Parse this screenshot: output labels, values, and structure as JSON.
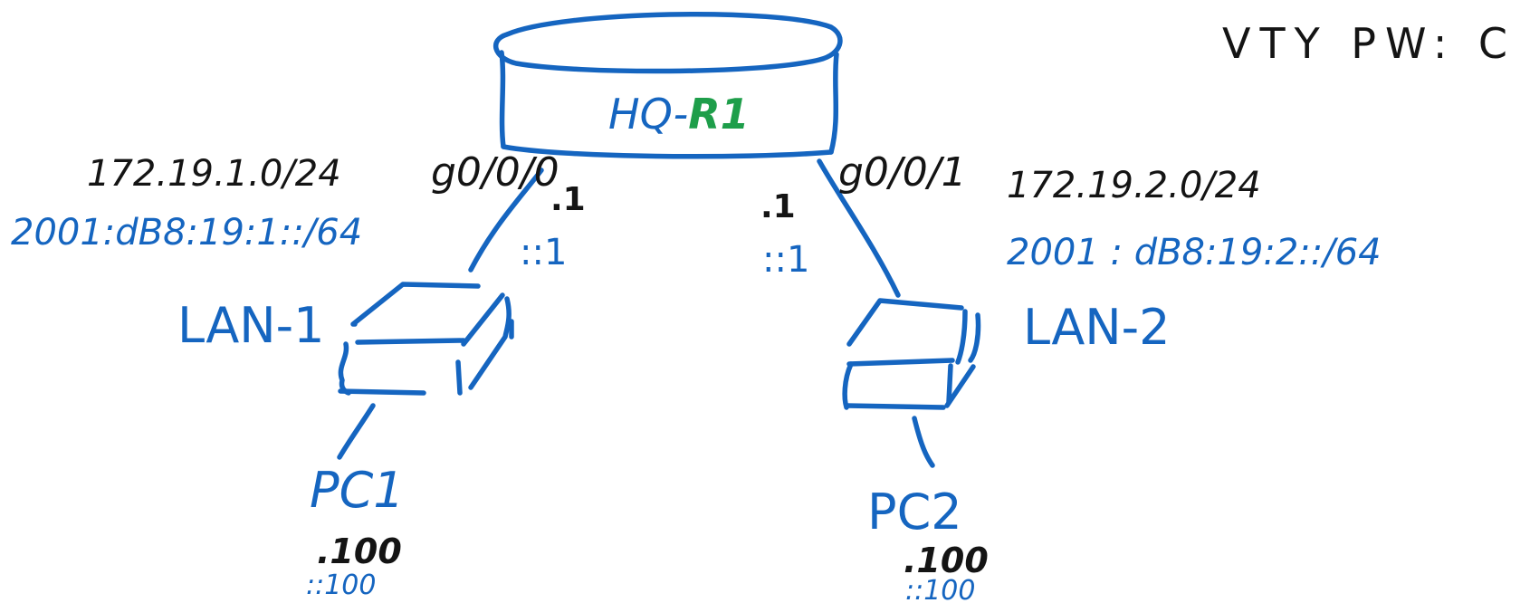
{
  "router": {
    "name_prefix": "HQ-",
    "name_suffix": "R1"
  },
  "vty": {
    "text": "VTY PW: C"
  },
  "interfaces": {
    "left": {
      "name": "g0/0/0",
      "ipv4_host": ".1",
      "ipv6_host": "::1"
    },
    "right": {
      "name": "g0/0/1",
      "ipv4_host": ".1",
      "ipv6_host": "::1"
    }
  },
  "networks": {
    "lan1": {
      "ipv4": "172.19.1.0/24",
      "ipv6": "2001:dB8:19:1::/64",
      "label": "LAN-1"
    },
    "lan2": {
      "ipv4": "172.19.2.0/24",
      "ipv6": "2001 : dB8:19:2::/64",
      "label": "LAN-2"
    }
  },
  "hosts": {
    "pc1": {
      "label": "PC1",
      "ipv4_host": ".100",
      "ipv6_host": "::100"
    },
    "pc2": {
      "label": "PC2",
      "ipv4_host": ".100",
      "ipv6_host": "::100"
    }
  },
  "colors": {
    "ink_blue": "#1565c0",
    "ink_black": "#141414",
    "ink_green": "#1e9e4a"
  }
}
